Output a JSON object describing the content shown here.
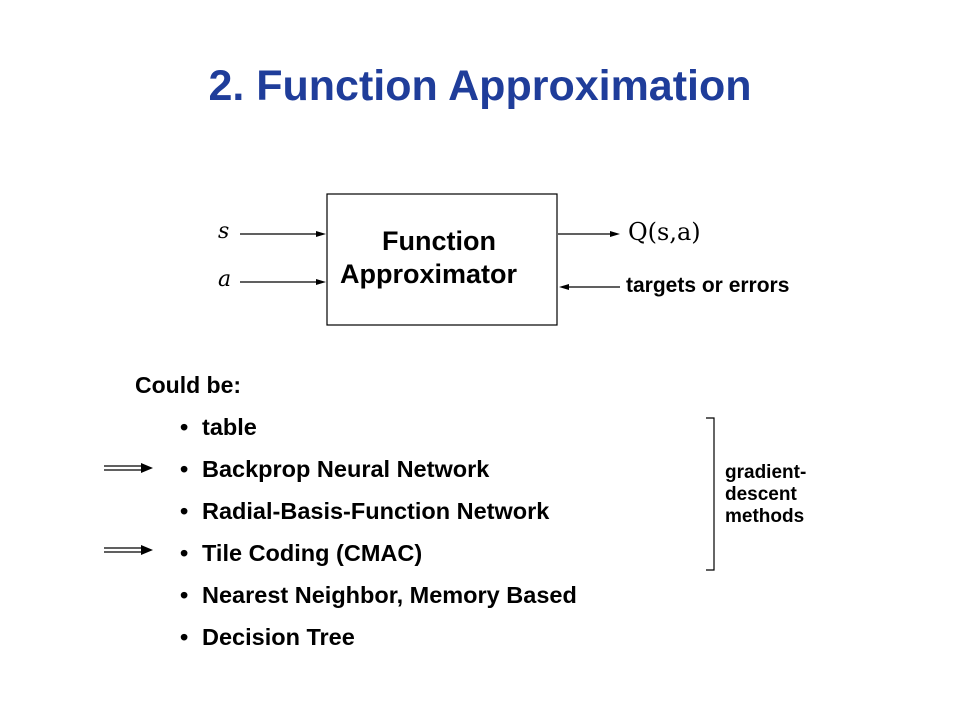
{
  "title": "2. Function Approximation",
  "diagram": {
    "box_line1": "Function",
    "box_line2": "Approximator",
    "input_s": "s",
    "input_a": "a",
    "output": "Q(s,a)",
    "feedback": "targets or errors"
  },
  "list": {
    "heading": "Could be:",
    "items": [
      "table",
      "Backprop Neural Network",
      "Radial-Basis-Function Network",
      "Tile Coding (CMAC)",
      "Nearest Neighbor, Memory Based",
      "Decision Tree"
    ],
    "bullet": "•"
  },
  "bracket_label": [
    "gradient-",
    "descent",
    "methods"
  ]
}
